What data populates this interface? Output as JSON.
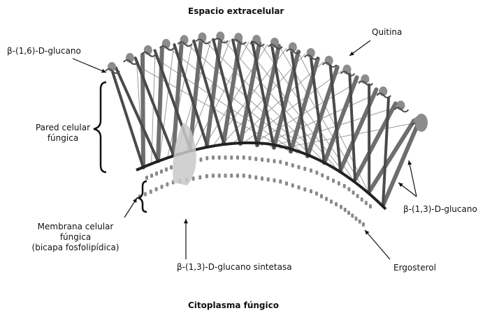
{
  "diagram": {
    "top_label": "Espacio extracelular",
    "bottom_label": "Citoplasma fúngico",
    "labels": {
      "beta16": "β-(1,6)-D-glucano",
      "quitina": "Quitina",
      "pared": [
        "Pared celular",
        "fúngica"
      ],
      "membrana": [
        "Membrana celular",
        "fúngica",
        "(bicapa fosfolipídica)"
      ],
      "beta13": "β-(1,3)-D-glucano",
      "sintetasa": "β-(1,3)-D-glucano sintetasa",
      "ergosterol": "Ergosterol"
    },
    "colors": {
      "fiber": "#6e6e6e",
      "fiber_dark": "#4a4a4a",
      "thin_fiber": "#9a9a9a",
      "knob": "#8c8c8c",
      "lipid": "#8a8a8a",
      "membrane_band": "#222222",
      "enzyme": "#c9c9c9",
      "text": "#111111"
    }
  }
}
